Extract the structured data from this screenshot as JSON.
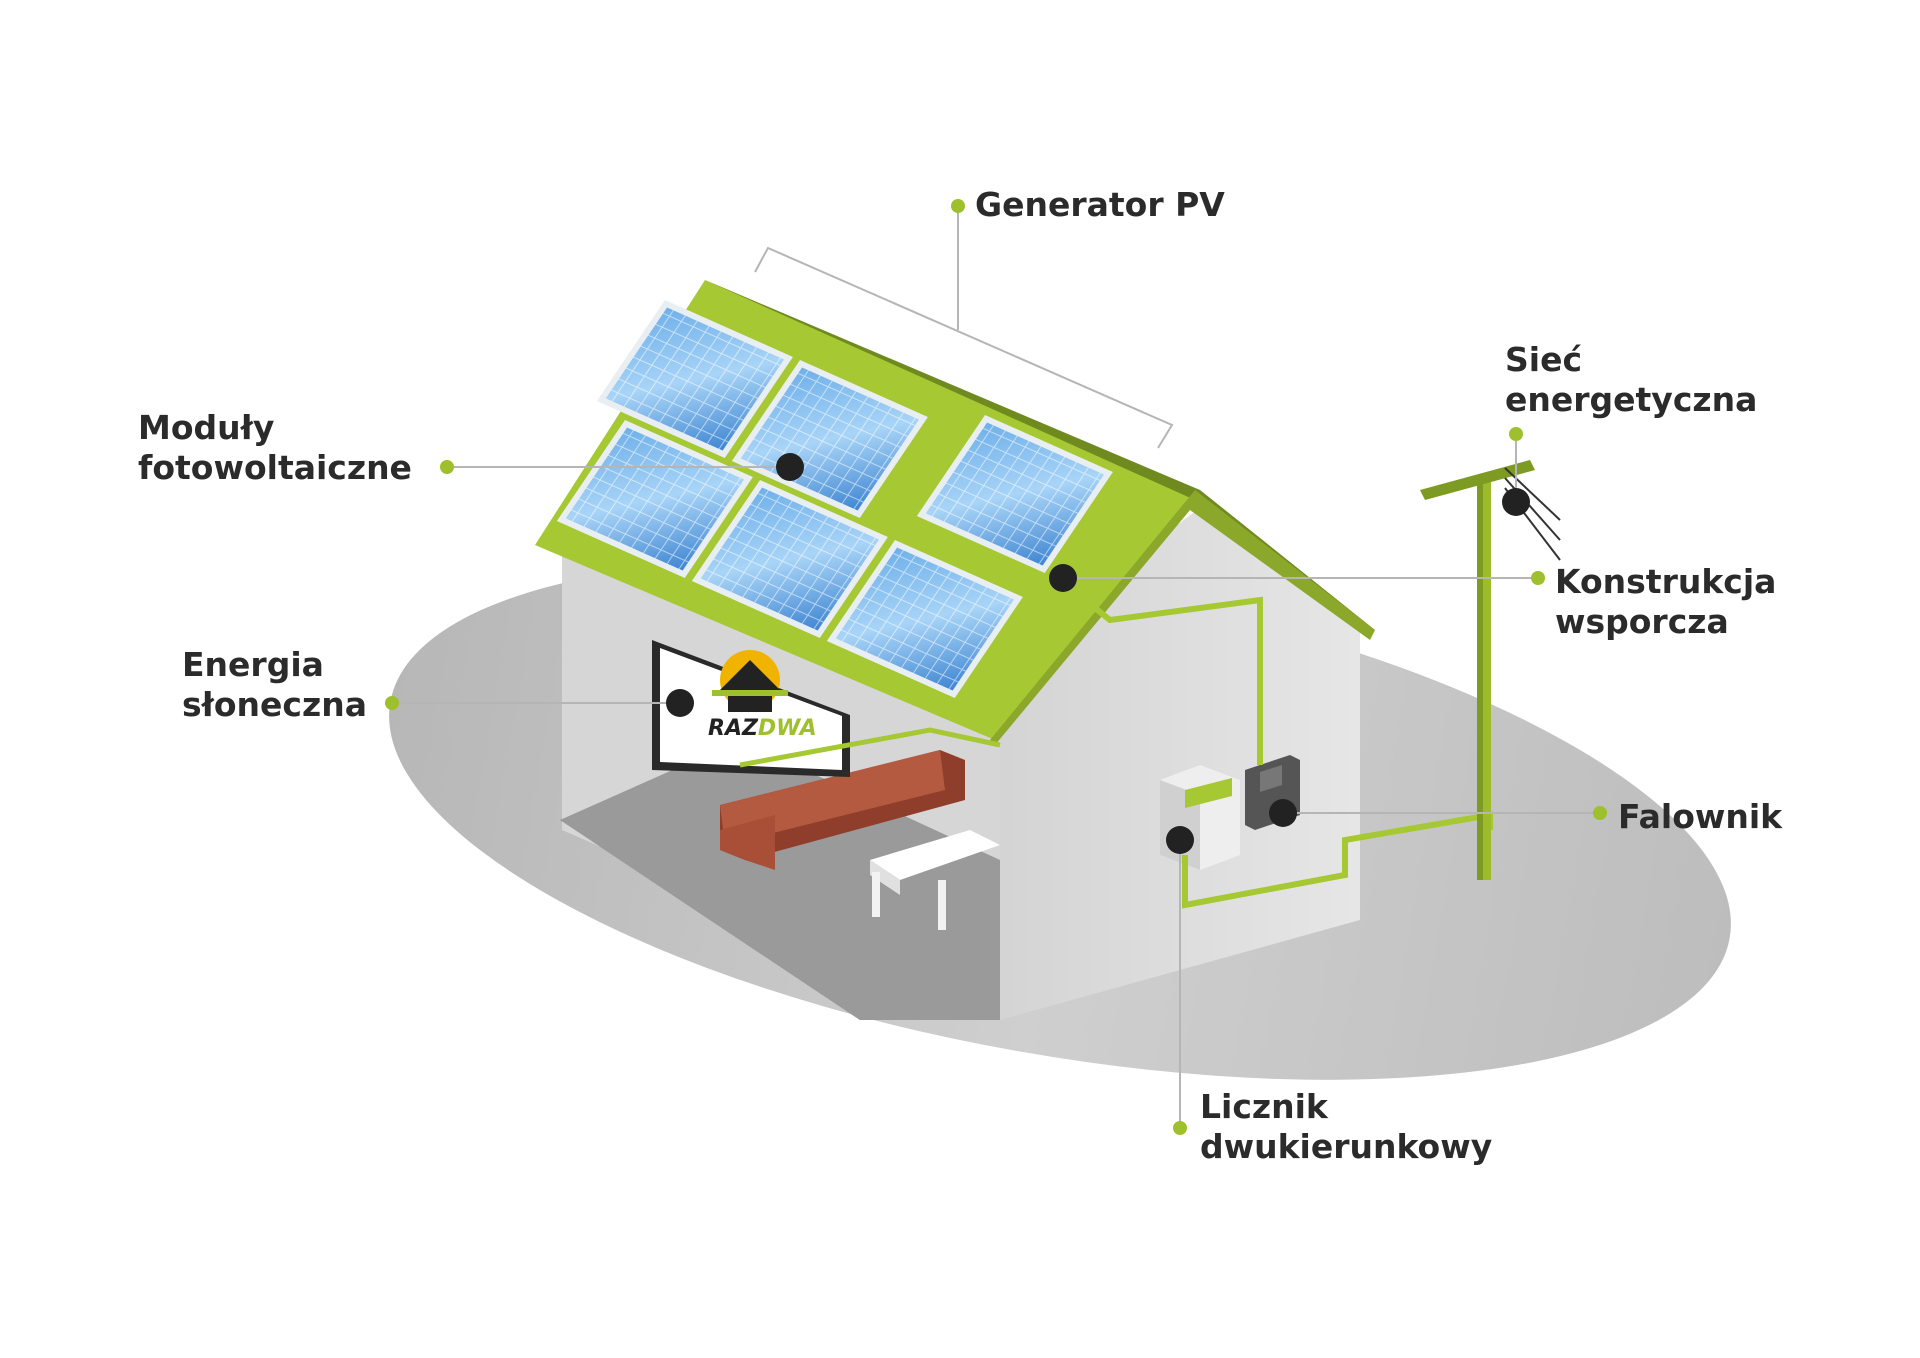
{
  "colors": {
    "accent_green": "#9dc02c",
    "dark_green": "#6f8a1f",
    "panel_blue": "#4a90d9",
    "label_text": "#2b2b2b",
    "leader_line": "#b5b5b5",
    "marker_dot": "#222222",
    "shadow_grey": "#c4c4c4",
    "wall_grey": "#dcdcdc",
    "sofa_brown": "#a94f38"
  },
  "labels": {
    "generator": {
      "line1": "Generator PV"
    },
    "modules": {
      "line1": "Moduły",
      "line2": "fotowoltaiczne"
    },
    "solar": {
      "line1": "Energia",
      "line2": "słoneczna"
    },
    "grid": {
      "line1": "Sieć",
      "line2": "energetyczna"
    },
    "structure": {
      "line1": "Konstrukcja",
      "line2": "wsporcza"
    },
    "inverter": {
      "line1": "Falownik"
    },
    "meter": {
      "line1": "Licznik",
      "line2": "dwukierunkowy"
    }
  },
  "logo": {
    "part1": "RAZ",
    "part2": "DWA"
  },
  "icons": {
    "house": "house-with-solar-roof",
    "pole": "utility-pole-icon",
    "tv_logo": "house-plug-gear-icon"
  }
}
